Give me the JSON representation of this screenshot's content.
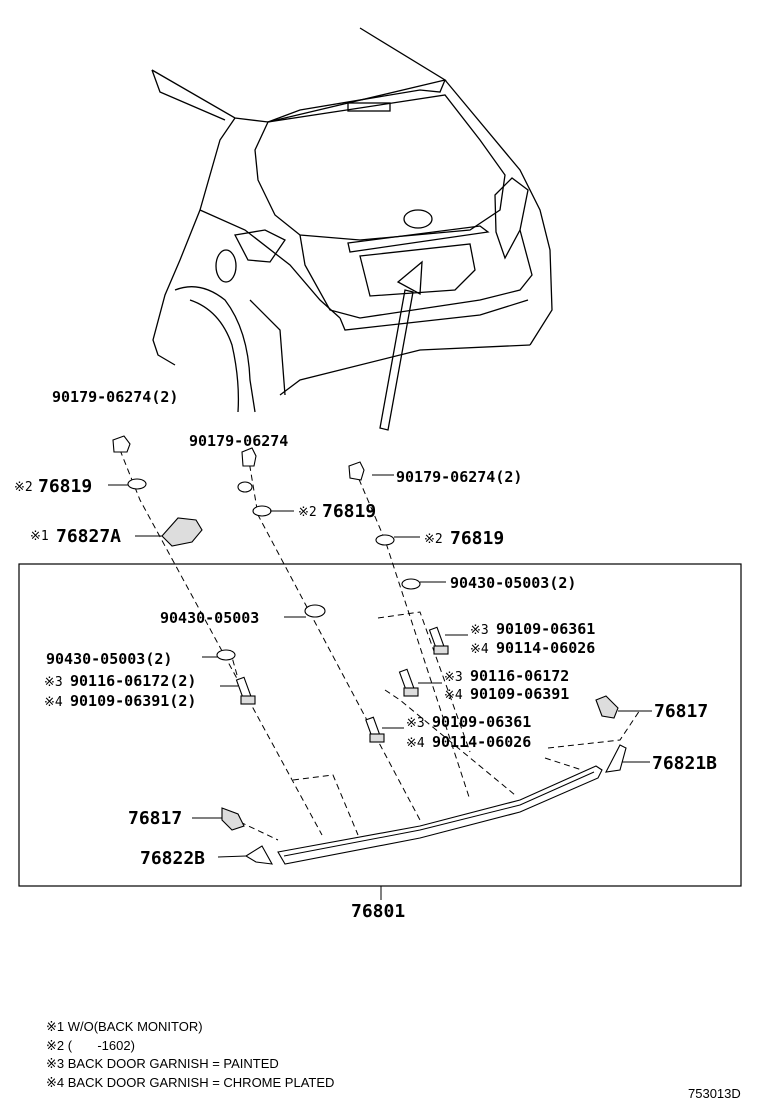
{
  "labels": {
    "bolt_left_top": "90179-06274(2)",
    "bolt_mid_top": "90179-06274",
    "bolt_right_top": "90179-06274(2)",
    "washer_left": "76819",
    "washer_mid": "76819",
    "washer_right": "76819",
    "cover_76827a": "76827A",
    "nut_right_90430": "90430-05003(2)",
    "nut_mid_90430": "90430-05003",
    "nut_left_90430": "90430-05003(2)",
    "screw_left_a": "90116-06172(2)",
    "screw_left_b": "90109-06391(2)",
    "screw_right_a": "90109-06361",
    "screw_right_b": "90114-06026",
    "screw_right2_a": "90116-06172",
    "screw_right2_b": "90109-06391",
    "screw_mid_a": "90109-06361",
    "screw_mid_b": "90114-06026",
    "clip_right": "76817",
    "clip_left": "76817",
    "end_right": "76821B",
    "end_left": "76822B",
    "assembly": "76801"
  },
  "marks": {
    "m1": "※1",
    "m2": "※2",
    "m3": "※3",
    "m4": "※4"
  },
  "notes": [
    "※1 W/O(BACK MONITOR)",
    "※2 (       -1602)",
    "※3 BACK DOOR GARNISH = PAINTED",
    "※4 BACK DOOR GARNISH = CHROME PLATED"
  ],
  "diagram_code": "753013D"
}
